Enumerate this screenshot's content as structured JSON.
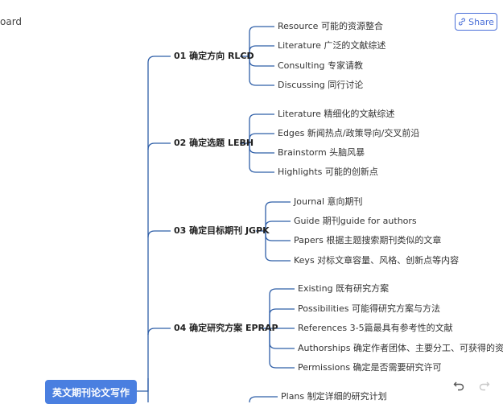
{
  "header": {
    "board_label": "oard",
    "share_label": "Share"
  },
  "root": {
    "label": "英文期刊论文写作"
  },
  "branches": [
    {
      "label": "01 确定方向 RLCD",
      "children": [
        "Resource 可能的资源整合",
        "Literature 广泛的文献综述",
        "Consulting 专家请教",
        "Discussing 同行讨论"
      ]
    },
    {
      "label": "02 确定选题 LEBH",
      "children": [
        "Literature 精细化的文献综述",
        "Edges 新闻热点/政策导向/交叉前沿",
        "Brainstorm 头脑风暴",
        "Highlights 可能的创新点"
      ]
    },
    {
      "label": "03 确定目标期刊 JGPK",
      "children": [
        "Journal 意向期刊",
        "Guide 期刊guide for authors",
        "Papers 根据主题搜索期刊类似的文章",
        "Keys 对标文章容量、风格、创新点等内容"
      ]
    },
    {
      "label": "04 确定研究方案 EPRAP",
      "children": [
        "Existing 既有研究方案",
        "Possibilities 可能得研究方案与方法",
        "References 3-5篇最具有参考性的文献",
        "Authorships 确定作者团体、主要分工、可获得的资助等",
        "Permissions 确定是否需要研究许可"
      ]
    },
    {
      "label": "",
      "children": [
        "Plans 制定详细的研究计划"
      ]
    }
  ],
  "toolbar": {
    "undo_icon": "undo-icon",
    "redo_icon": "redo-icon"
  },
  "colors": {
    "line": "#2f5fa8",
    "root_bg": "#4a7fe0",
    "share": "#4a6fd8"
  }
}
